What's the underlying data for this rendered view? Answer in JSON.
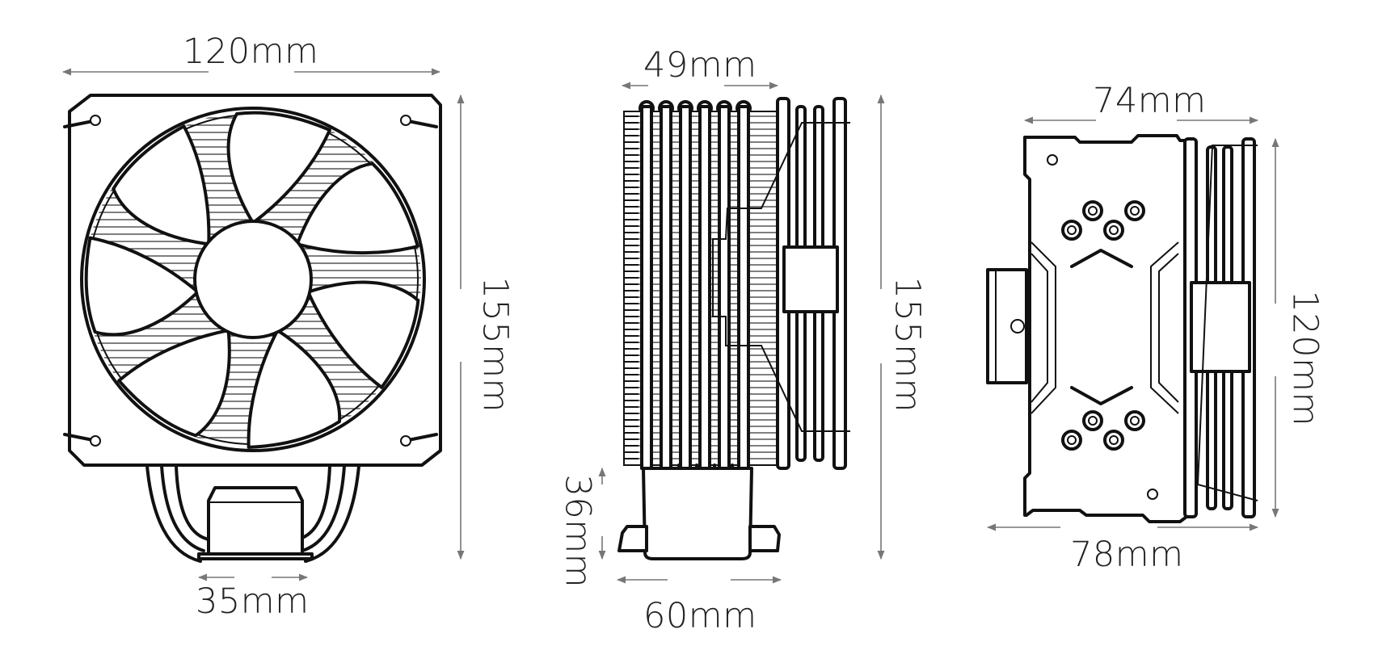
{
  "views": {
    "front": {
      "width_label": "120mm",
      "height_label": "155mm",
      "base_label": "35mm"
    },
    "side": {
      "depth_label": "49mm",
      "height_label": "155mm",
      "base_height_label": "36mm",
      "total_depth_label": "60mm"
    },
    "top": {
      "depth_label": "74mm",
      "fan_label": "120mm",
      "total_label": "78mm"
    }
  },
  "colors": {
    "line": "#111111",
    "dimension": "#777777",
    "text": "#222222"
  }
}
